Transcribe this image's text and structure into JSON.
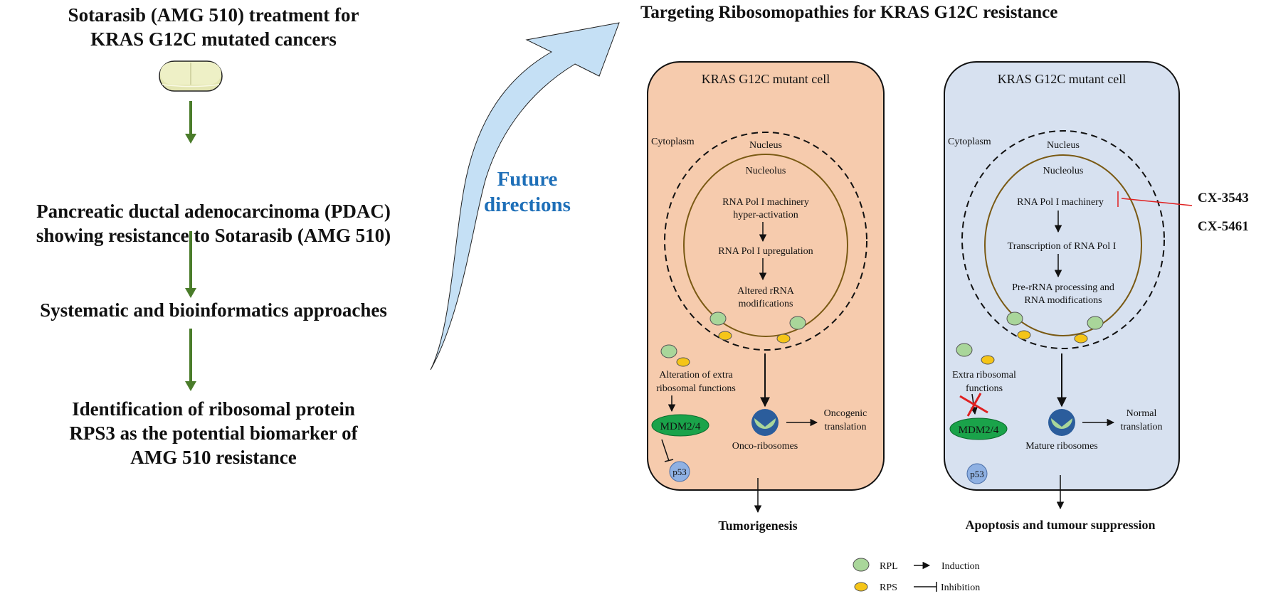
{
  "left_flow": {
    "steps": [
      "Sotarasib (AMG 510) treatment for KRAS G12C mutated cancers",
      "Pancreatic ductal adenocarcinoma (PDAC) showing resistance to Sotarasib (AMG 510)",
      "Systematic and bioinformatics approaches",
      "Identification of ribosomal protein RPS3 as the potential biomarker of AMG 510 resistance"
    ],
    "step1_lines": [
      "Sotarasib (AMG 510) treatment for",
      "KRAS G12C mutated cancers"
    ],
    "step2_lines": [
      "Pancreatic ductal adenocarcinoma (PDAC)",
      "showing resistance to Sotarasib (AMG 510)"
    ],
    "step3_lines": [
      "Systematic and bioinformatics approaches"
    ],
    "step4_lines": [
      "Identification of ribosomal protein",
      "RPS3 as the potential biomarker of",
      "AMG 510 resistance"
    ],
    "pill_icon": "tablet-icon",
    "arrow_color": "#4a7c2a"
  },
  "future": {
    "lines": [
      "Future",
      "directions"
    ],
    "arrow_color": "#c5e0f5",
    "text_color": "#1e6fb8"
  },
  "right_panel": {
    "title": "Targeting Ribosomopathies for KRAS G12C resistance",
    "left_cell": {
      "title": "KRAS G12C mutant cell",
      "fill": "#f6cbad",
      "cytoplasm": "Cytoplasm",
      "nucleus": "Nucleus",
      "nucleolus": "Nucleolus",
      "steps": [
        [
          "RNA Pol I machinery",
          "hyper-activation"
        ],
        [
          "RNA Pol I upregulation"
        ],
        [
          "Altered rRNA",
          "modifications"
        ]
      ],
      "extra_lines": [
        "Alteration of extra",
        "ribosomal functions"
      ],
      "mdm": "MDM2/4",
      "p53": "p53",
      "ribosome_label": "Onco-ribosomes",
      "translation_lines": [
        "Oncogenic",
        "translation"
      ],
      "outcome": "Tumorigenesis"
    },
    "right_cell": {
      "title": "KRAS G12C mutant cell",
      "fill": "#d7e1f0",
      "cytoplasm": "Cytoplasm",
      "nucleus": "Nucleus",
      "nucleolus": "Nucleolus",
      "steps": [
        [
          "RNA Pol I machinery"
        ],
        [
          "Transcription of RNA Pol I"
        ],
        [
          "Pre-rRNA processing and",
          "RNA modifications"
        ]
      ],
      "extra_lines": [
        "Extra ribosomal",
        "functions"
      ],
      "mdm": "MDM2/4",
      "p53": "p53",
      "ribosome_label": "Mature ribosomes",
      "translation_lines": [
        "Normal",
        "translation"
      ],
      "outcome": "Apoptosis and tumour suppression"
    },
    "inhibitors": [
      "CX-3543",
      "CX-5461"
    ],
    "inhibitor_color": "#e02020"
  },
  "legend": {
    "items": [
      {
        "symbol": "RPL",
        "color": "#a9d69a"
      },
      {
        "symbol": "RPS",
        "color": "#f5c518"
      }
    ],
    "arrows": [
      {
        "label": "Induction",
        "type": "arrow"
      },
      {
        "label": "Inhibition",
        "type": "tee"
      }
    ]
  },
  "colors": {
    "mdm": "#1aa34a",
    "p53": "#8fb1e3",
    "ribosome_outer": "#2b5d9c",
    "ribosome_inner": "#a9d69a",
    "nucleolus_border": "#7a5a14"
  }
}
